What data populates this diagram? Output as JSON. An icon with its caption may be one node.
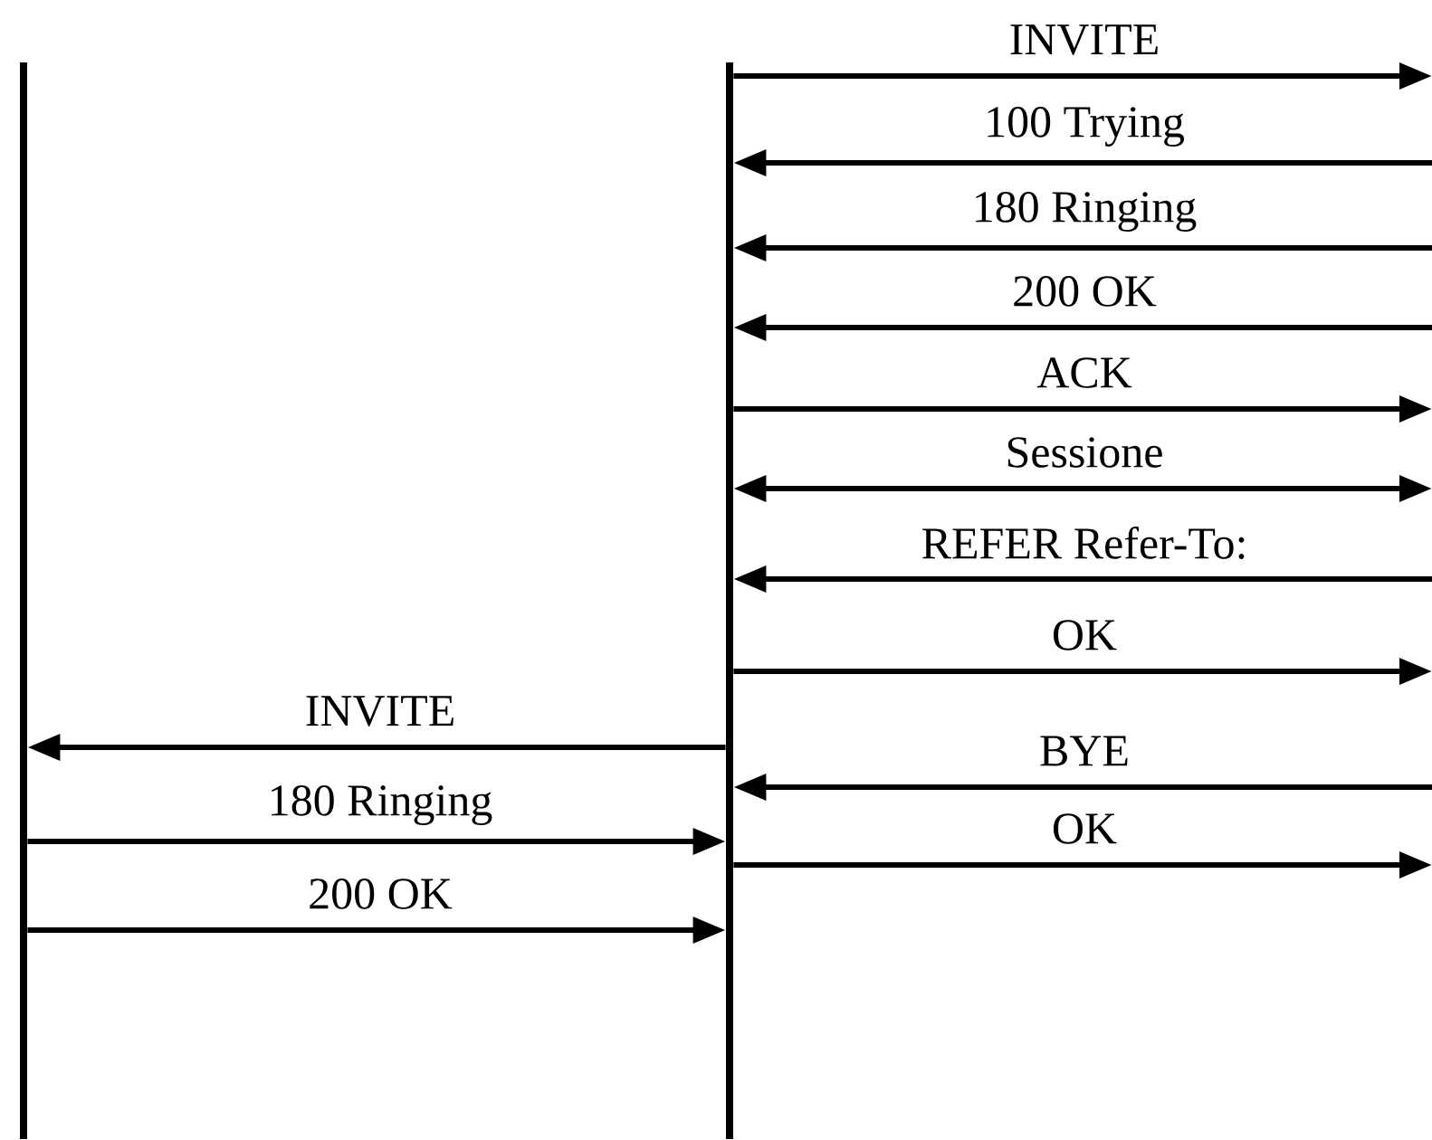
{
  "diagram": {
    "nodes": [
      {
        "text": [],
        "shape": "bar"
      },
      {
        "text": [],
        "shape": "bar"
      }
    ],
    "edges": [
      {
        "from": 1,
        "to": null,
        "arrow": "to",
        "label": "INVITE"
      },
      {
        "from": null,
        "to": 1,
        "arrow": "to",
        "label": "100 Trying"
      },
      {
        "from": null,
        "to": 1,
        "arrow": "to",
        "label": "180 Ringing"
      },
      {
        "from": null,
        "to": 1,
        "arrow": "to",
        "label": "200 OK"
      },
      {
        "from": 1,
        "to": null,
        "arrow": "to",
        "label": "ACK"
      },
      {
        "from": 1,
        "to": null,
        "arrow": "both",
        "label": "Sessione"
      },
      {
        "from": null,
        "to": 1,
        "arrow": "to",
        "label": "REFER Refer-To:"
      },
      {
        "from": 1,
        "to": null,
        "arrow": "to",
        "label": "OK"
      },
      {
        "from": 1,
        "to": 0,
        "arrow": "to",
        "label": "INVITE"
      },
      {
        "from": null,
        "to": 1,
        "arrow": "to",
        "label": "BYE"
      },
      {
        "from": 0,
        "to": 1,
        "arrow": "to",
        "label": "180 Ringing"
      },
      {
        "from": 1,
        "to": null,
        "arrow": "to",
        "label": "OK"
      },
      {
        "from": 0,
        "to": 1,
        "arrow": "to",
        "label": "200 OK"
      }
    ]
  }
}
